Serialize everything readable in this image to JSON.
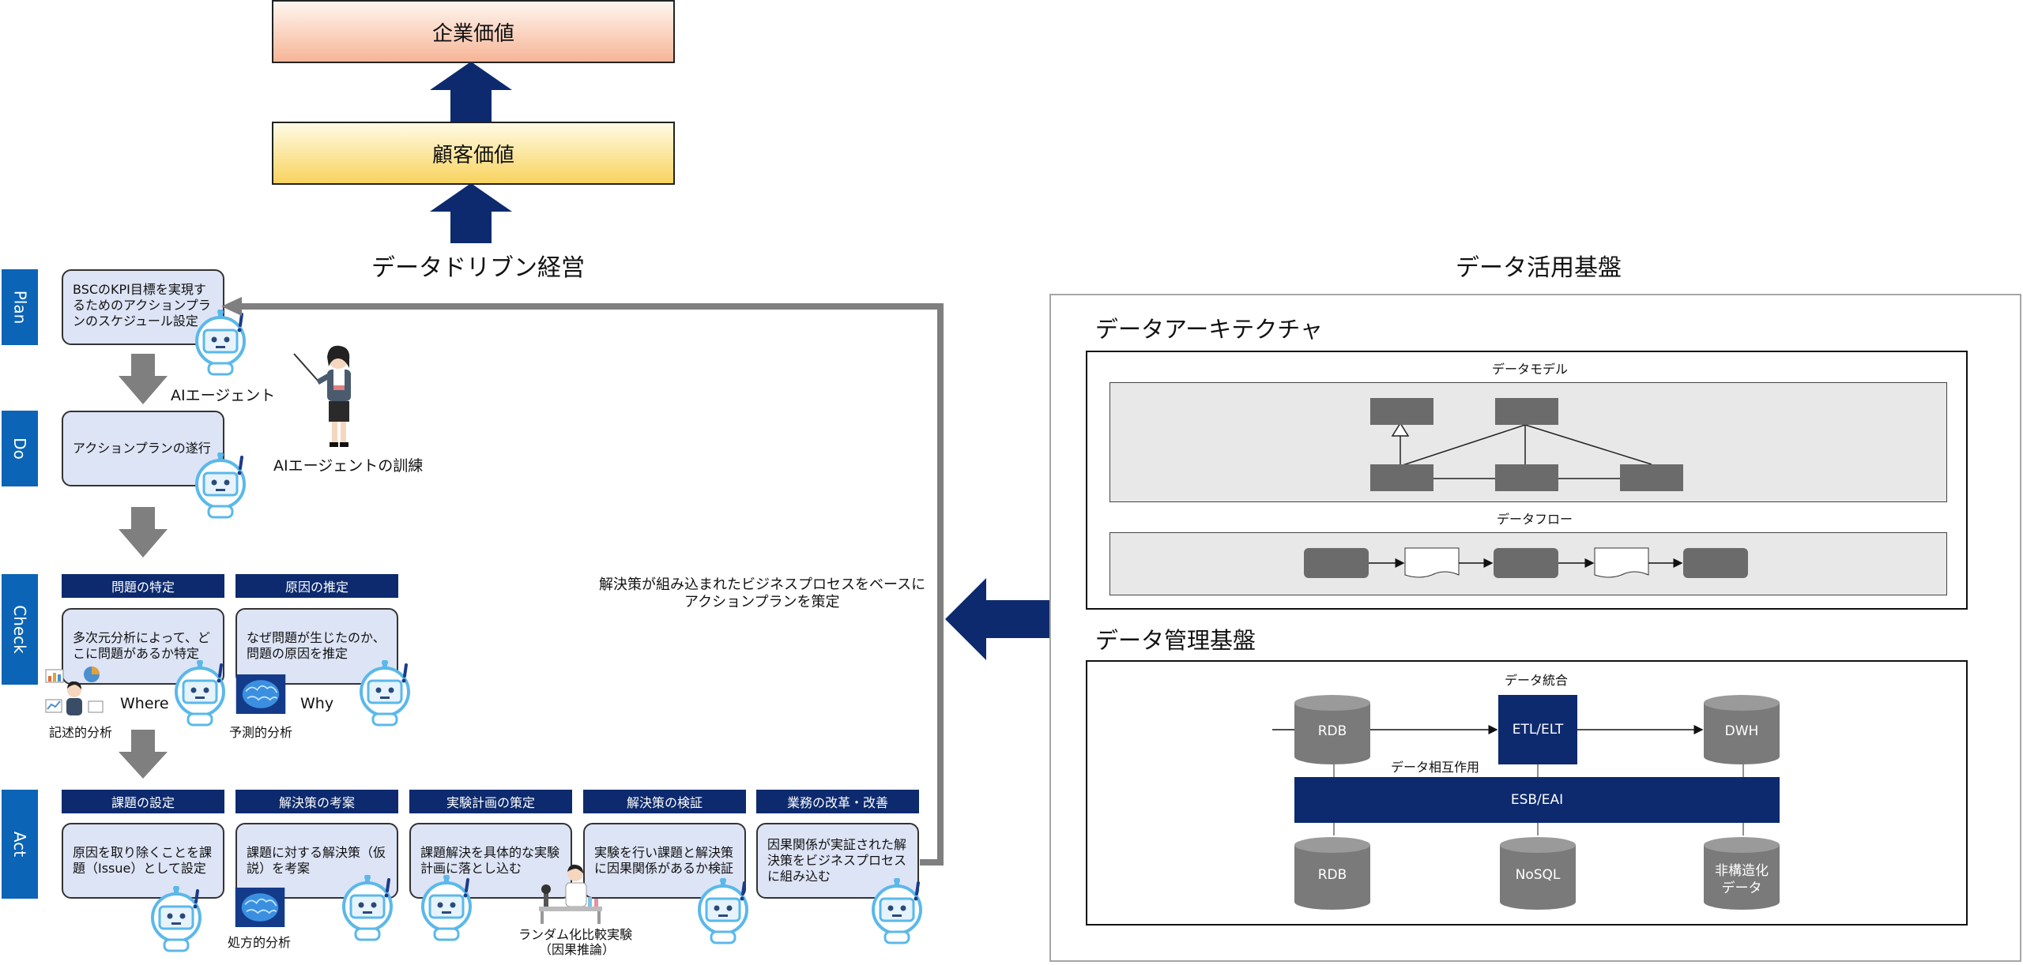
{
  "top": {
    "enterprise_value": "企業価値",
    "customer_value": "顧客価値",
    "data_driven": "データドリブン経営"
  },
  "phases": {
    "plan": "Plan",
    "do": "Do",
    "check": "Check",
    "act": "Act"
  },
  "plan_card": "BSCのKPI目標を実現するためのアクションプランのスケジュール設定",
  "ai_agent": "AIエージェント",
  "ai_training": "AIエージェントの訓練",
  "do_card": "アクションプランの遂行",
  "check": {
    "headers": [
      "問題の特定",
      "原因の推定"
    ],
    "cards": [
      "多次元分析によって、どこに問題があるか特定",
      "なぜ問題が生じたのか、問題の原因を推定"
    ],
    "where": "Where",
    "why": "Why",
    "descriptive": "記述的分析",
    "predictive": "予測的分析"
  },
  "act": {
    "headers": [
      "課題の設定",
      "解決策の考案",
      "実験計画の策定",
      "解決策の検証",
      "業務の改革・改善"
    ],
    "cards": [
      "原因を取り除くことを課題（Issue）として設定",
      "課題に対する解決策（仮説）を考案",
      "課題解決を具体的な実験計画に落とし込む",
      "実験を行い課題と解決策に因果関係があるか検証",
      "因果関係が実証された解決策をビジネスプロセスに組み込む"
    ],
    "prescriptive": "処方的分析",
    "rct_line1": "ランダム化比較実験",
    "rct_line2": "（因果推論）"
  },
  "feedback_text_line1": "解決策が組み込まれたビジネスプロセスをベースに",
  "feedback_text_line2": "アクションプランを策定",
  "platform": {
    "title": "データ活用基盤",
    "architecture": "データアーキテクチャ",
    "data_model": "データモデル",
    "data_flow": "データフロー",
    "management": "データ管理基盤",
    "integration": "データ統合",
    "interaction": "データ相互作用",
    "etl": "ETL/ELT",
    "esb": "ESB/EAI",
    "rdb_top": "RDB",
    "dwh": "DWH",
    "rdb_bottom": "RDB",
    "nosql": "NoSQL",
    "unstructured_l1": "非構造化",
    "unstructured_l2": "データ"
  },
  "colors": {
    "navy": "#0d2a6e",
    "phase_blue": "#0b64b5",
    "card_fill": "#dde4f5",
    "gray_arrow": "#7f7f7f",
    "db_gray": "#7a7a7a"
  }
}
